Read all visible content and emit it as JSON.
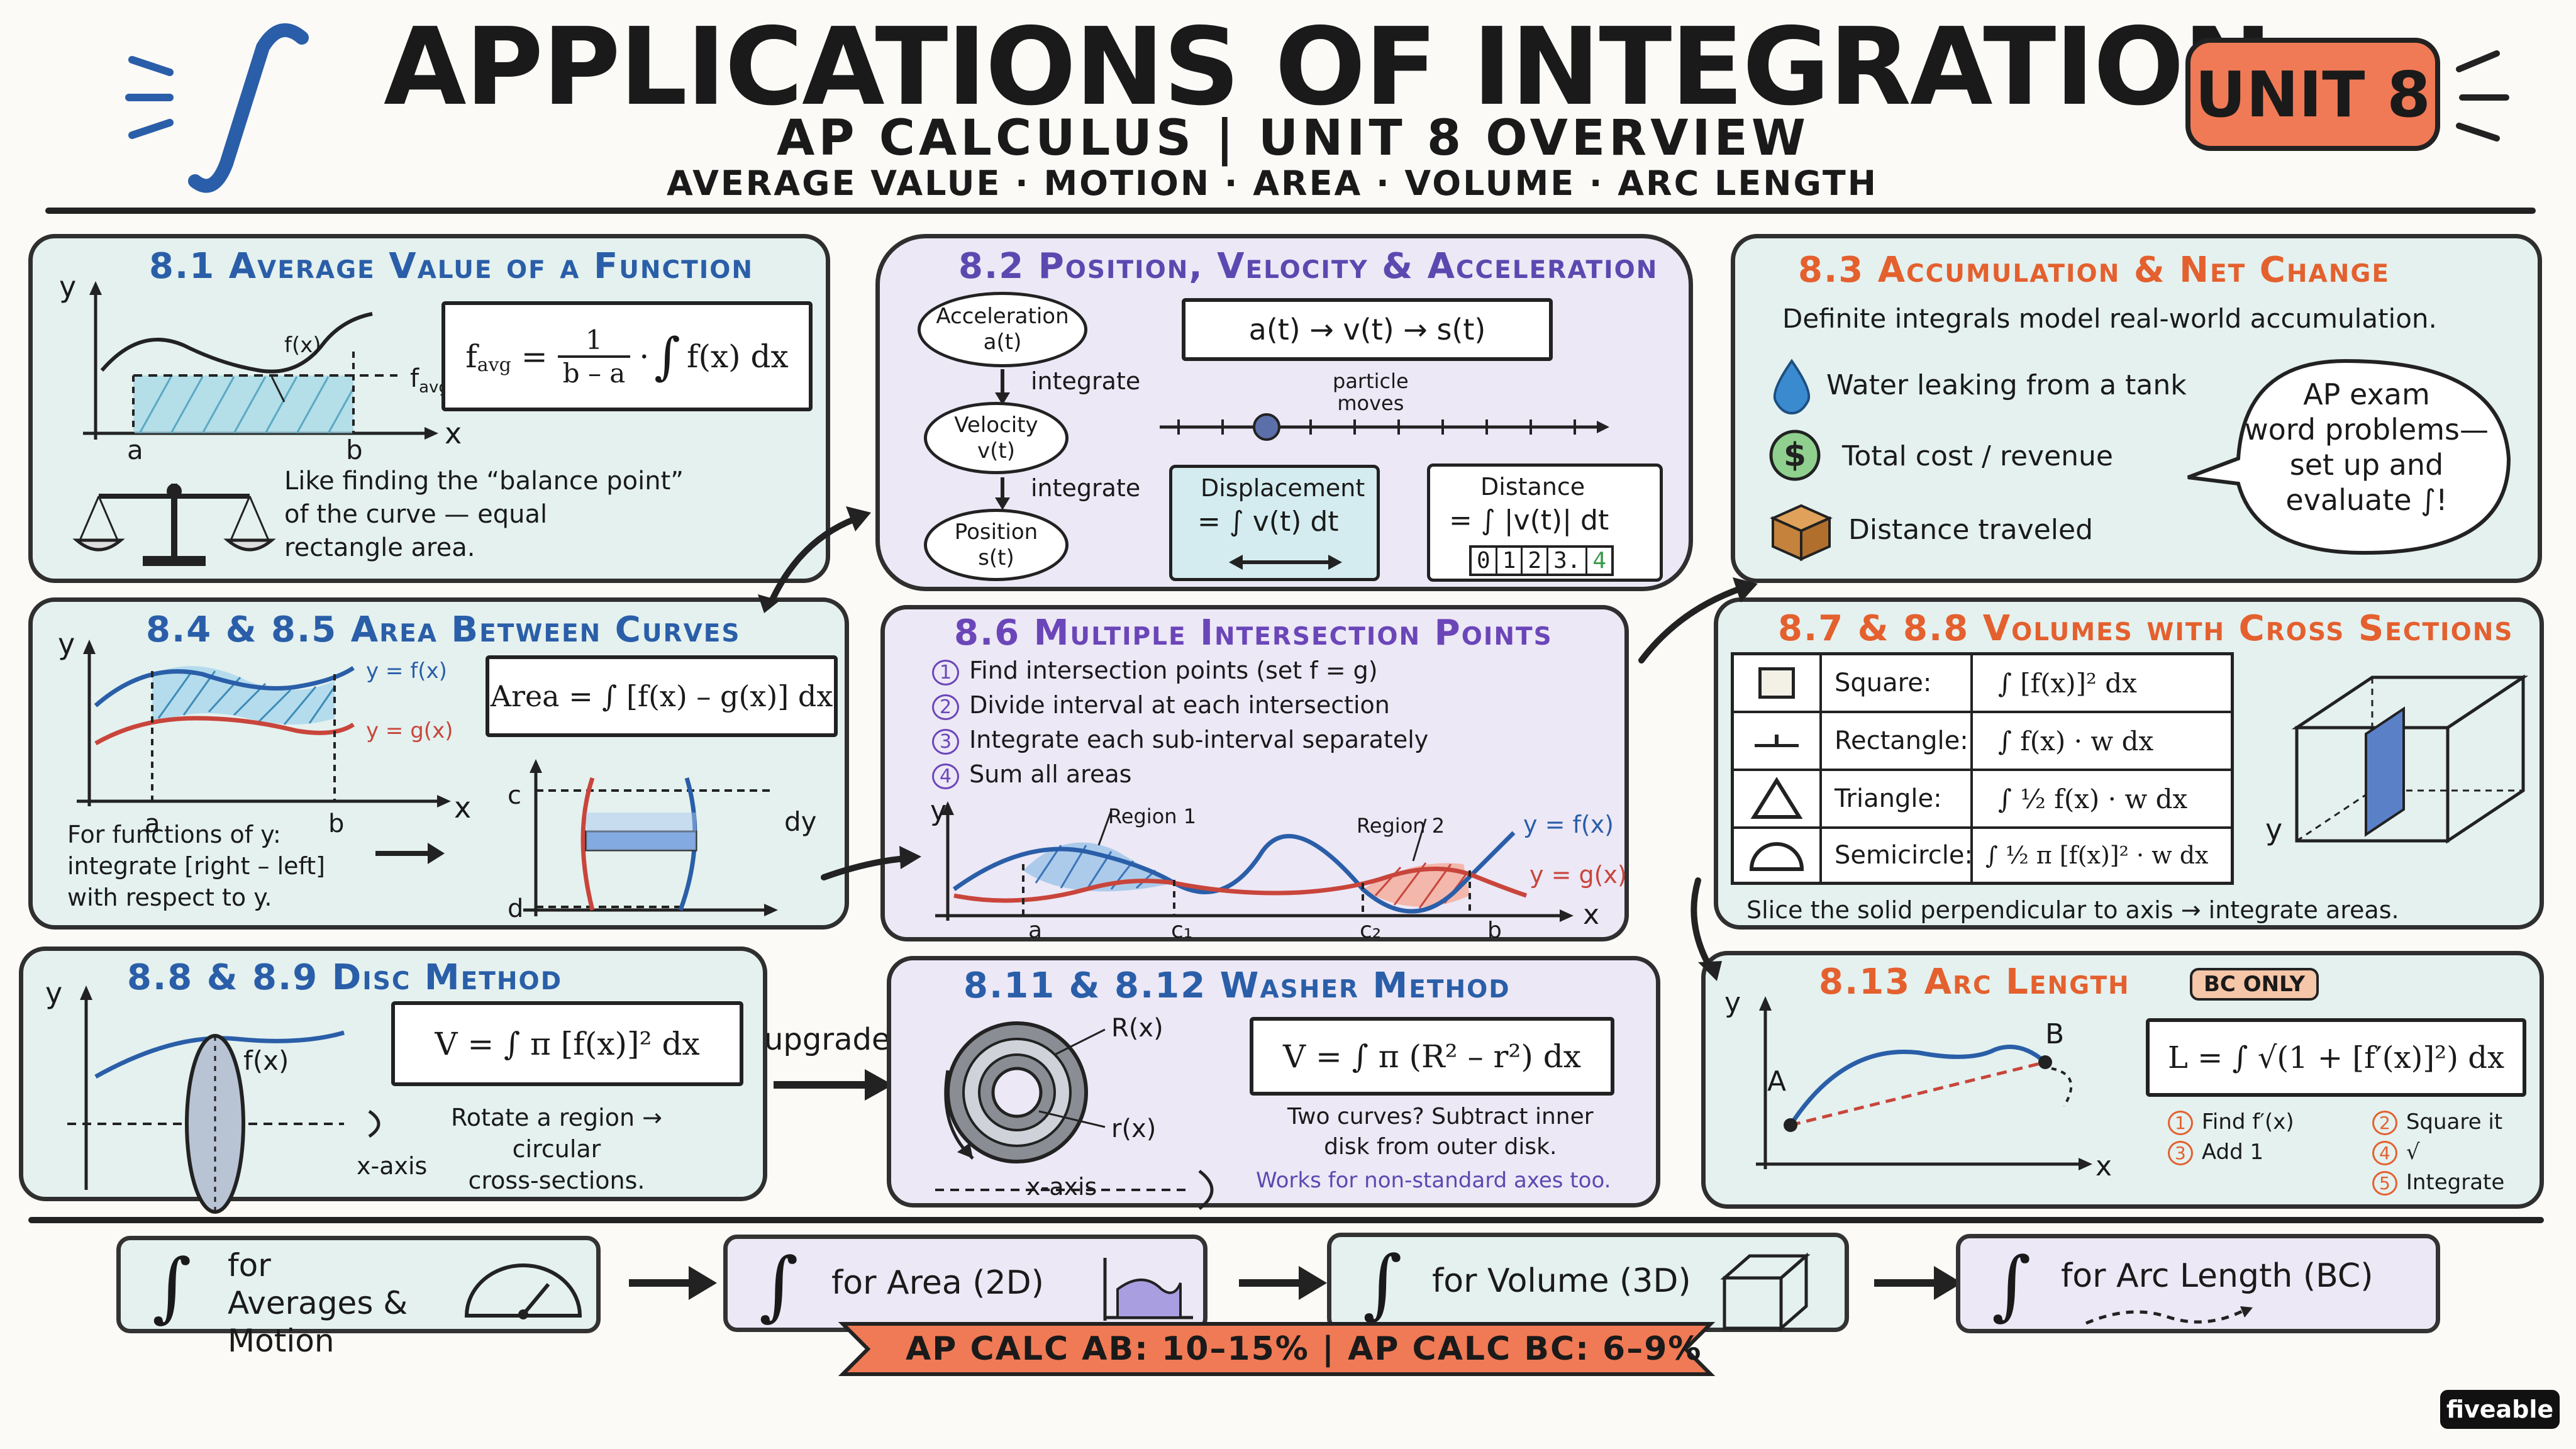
{
  "header": {
    "title": "APPLICATIONS OF INTEGRATION",
    "subtitle": "AP CALCULUS | UNIT 8 OVERVIEW",
    "topics": "AVERAGE VALUE · MOTION · AREA · VOLUME · ARC LENGTH",
    "unit_badge": "UNIT 8"
  },
  "s81": {
    "title": "8.1 Average Value of a Function",
    "axis_y": "y",
    "axis_x": "x",
    "a": "a",
    "b": "b",
    "fx": "f(x)",
    "favg_label": "f",
    "favg_sub": "avg",
    "formula_lhs": "f",
    "formula_sub": "avg",
    "formula_num": "1",
    "formula_den": "b – a",
    "formula_rest": "f(x) dx",
    "desc": [
      "Like finding the “balance point”",
      "of the curve — equal",
      "rectangle area."
    ]
  },
  "s82": {
    "title": "8.2 Position, Velocity & Acceleration",
    "accel": [
      "Acceleration",
      "a(t)"
    ],
    "vel": [
      "Velocity",
      "v(t)"
    ],
    "pos": [
      "Position",
      "s(t)"
    ],
    "integrate1": "integrate",
    "integrate2": "integrate",
    "chain": "a(t) → v(t) → s(t)",
    "particle": [
      "particle",
      "moves"
    ],
    "disp_title": "Displacement",
    "disp_formula": "= ∫ v(t) dt",
    "dist_title": "Distance",
    "dist_formula": "= ∫ |v(t)| dt",
    "odometer": [
      "0",
      "1",
      "2",
      "3.",
      "4"
    ]
  },
  "s83": {
    "title": "8.3 Accumulation & Net Change",
    "intro": "Definite integrals model real-world accumulation.",
    "items": [
      "Water leaking from a tank",
      "Total cost / revenue",
      "Distance traveled"
    ],
    "bubble": [
      "AP exam",
      "word problems—",
      "set up and",
      "evaluate ∫!"
    ]
  },
  "s84": {
    "title": "8.4 & 8.5 Area Between Curves",
    "fx": "y = f(x)",
    "gx": "y = g(x)",
    "formula": "Area = ∫ [f(x) – g(x)] dx",
    "a": "a",
    "b": "b",
    "axis_y": "y",
    "axis_x": "x",
    "desc": [
      "For functions of y:",
      "integrate [right – left]",
      "with respect to y."
    ],
    "c": "c",
    "d": "d",
    "dy": "dy"
  },
  "s86": {
    "title": "8.6 Multiple Intersection Points",
    "steps": [
      "Find intersection points (set f = g)",
      "Divide interval at each intersection",
      "Integrate each sub-interval separately",
      "Sum all areas"
    ],
    "region1": "Region 1",
    "region2": "Region 2",
    "fx": "y = f(x)",
    "gx": "y = g(x)",
    "ticks": [
      "a",
      "c₁",
      "c₂",
      "b"
    ],
    "axis_y": "y",
    "axis_x": "x"
  },
  "s87": {
    "title": "8.7 & 8.8 Volumes with Cross Sections",
    "rows": [
      {
        "shape": "Square:",
        "formula": "∫ [f(x)]² dx"
      },
      {
        "shape": "Rectangle:",
        "formula": "∫ f(x) · w dx"
      },
      {
        "shape": "Triangle:",
        "formula": "∫ ½ f(x) · w dx"
      },
      {
        "shape": "Semicircle:",
        "formula": "∫ ½ π [f(x)]² · w dx"
      }
    ],
    "footer": "Slice the solid perpendicular to axis → integrate areas.",
    "axis_y": "y"
  },
  "s88": {
    "title": "8.8 & 8.9 Disc Method",
    "formula": "V = ∫ π [f(x)]² dx",
    "fx": "f(x)",
    "desc": [
      "Rotate a region →",
      "circular",
      "cross-sections."
    ],
    "axis_label": "x-axis",
    "axis_y": "y"
  },
  "upgrade": "upgrade",
  "s811": {
    "title": "8.11 & 8.12 Washer Method",
    "R": "R(x)",
    "r": "r(x)",
    "formula": "V = ∫ π (R² – r²) dx",
    "desc": [
      "Two curves? Subtract inner",
      "disk from outer disk."
    ],
    "note": "Works for non-standard axes too.",
    "axis_label": "x-axis"
  },
  "s813": {
    "title": "8.13 Arc Length",
    "badge": "BC ONLY",
    "formula": "L = ∫ √(1 + [f′(x)]²) dx",
    "A": "A",
    "B": "B",
    "axis_y": "y",
    "axis_x": "x",
    "steps": [
      "Find f′(x)",
      "Square it",
      "Add 1",
      "√",
      "Integrate"
    ],
    "nums": [
      "1",
      "2",
      "3",
      "4",
      "5"
    ]
  },
  "bottom": {
    "items": [
      "for Averages & Motion",
      "for Area (2D)",
      "for Volume (3D)",
      "for Arc Length (BC)"
    ],
    "weights": "AP CALC AB:  10–15%  |  AP CALC BC:  6–9%"
  },
  "brand": "fiveable",
  "colors": {
    "teal": "#e4f1ef",
    "lavender": "#ece8f6",
    "blue": "#2a5ea8",
    "red": "#c9453b",
    "orange": "#e4602e",
    "purple": "#6b46b8"
  }
}
